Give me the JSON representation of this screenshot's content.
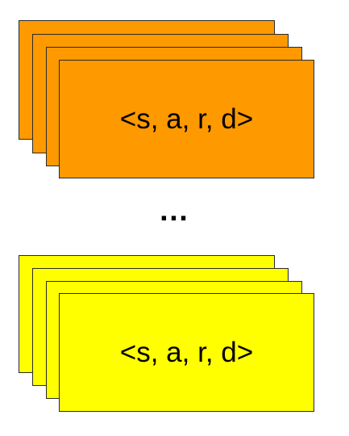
{
  "stacks": [
    {
      "label": "<s, a, r, d>",
      "color": "#FF9900",
      "card_count": 4
    },
    {
      "label": "<s, a, r, d>",
      "color": "#FFFF00",
      "card_count": 4
    }
  ],
  "separator": "…"
}
